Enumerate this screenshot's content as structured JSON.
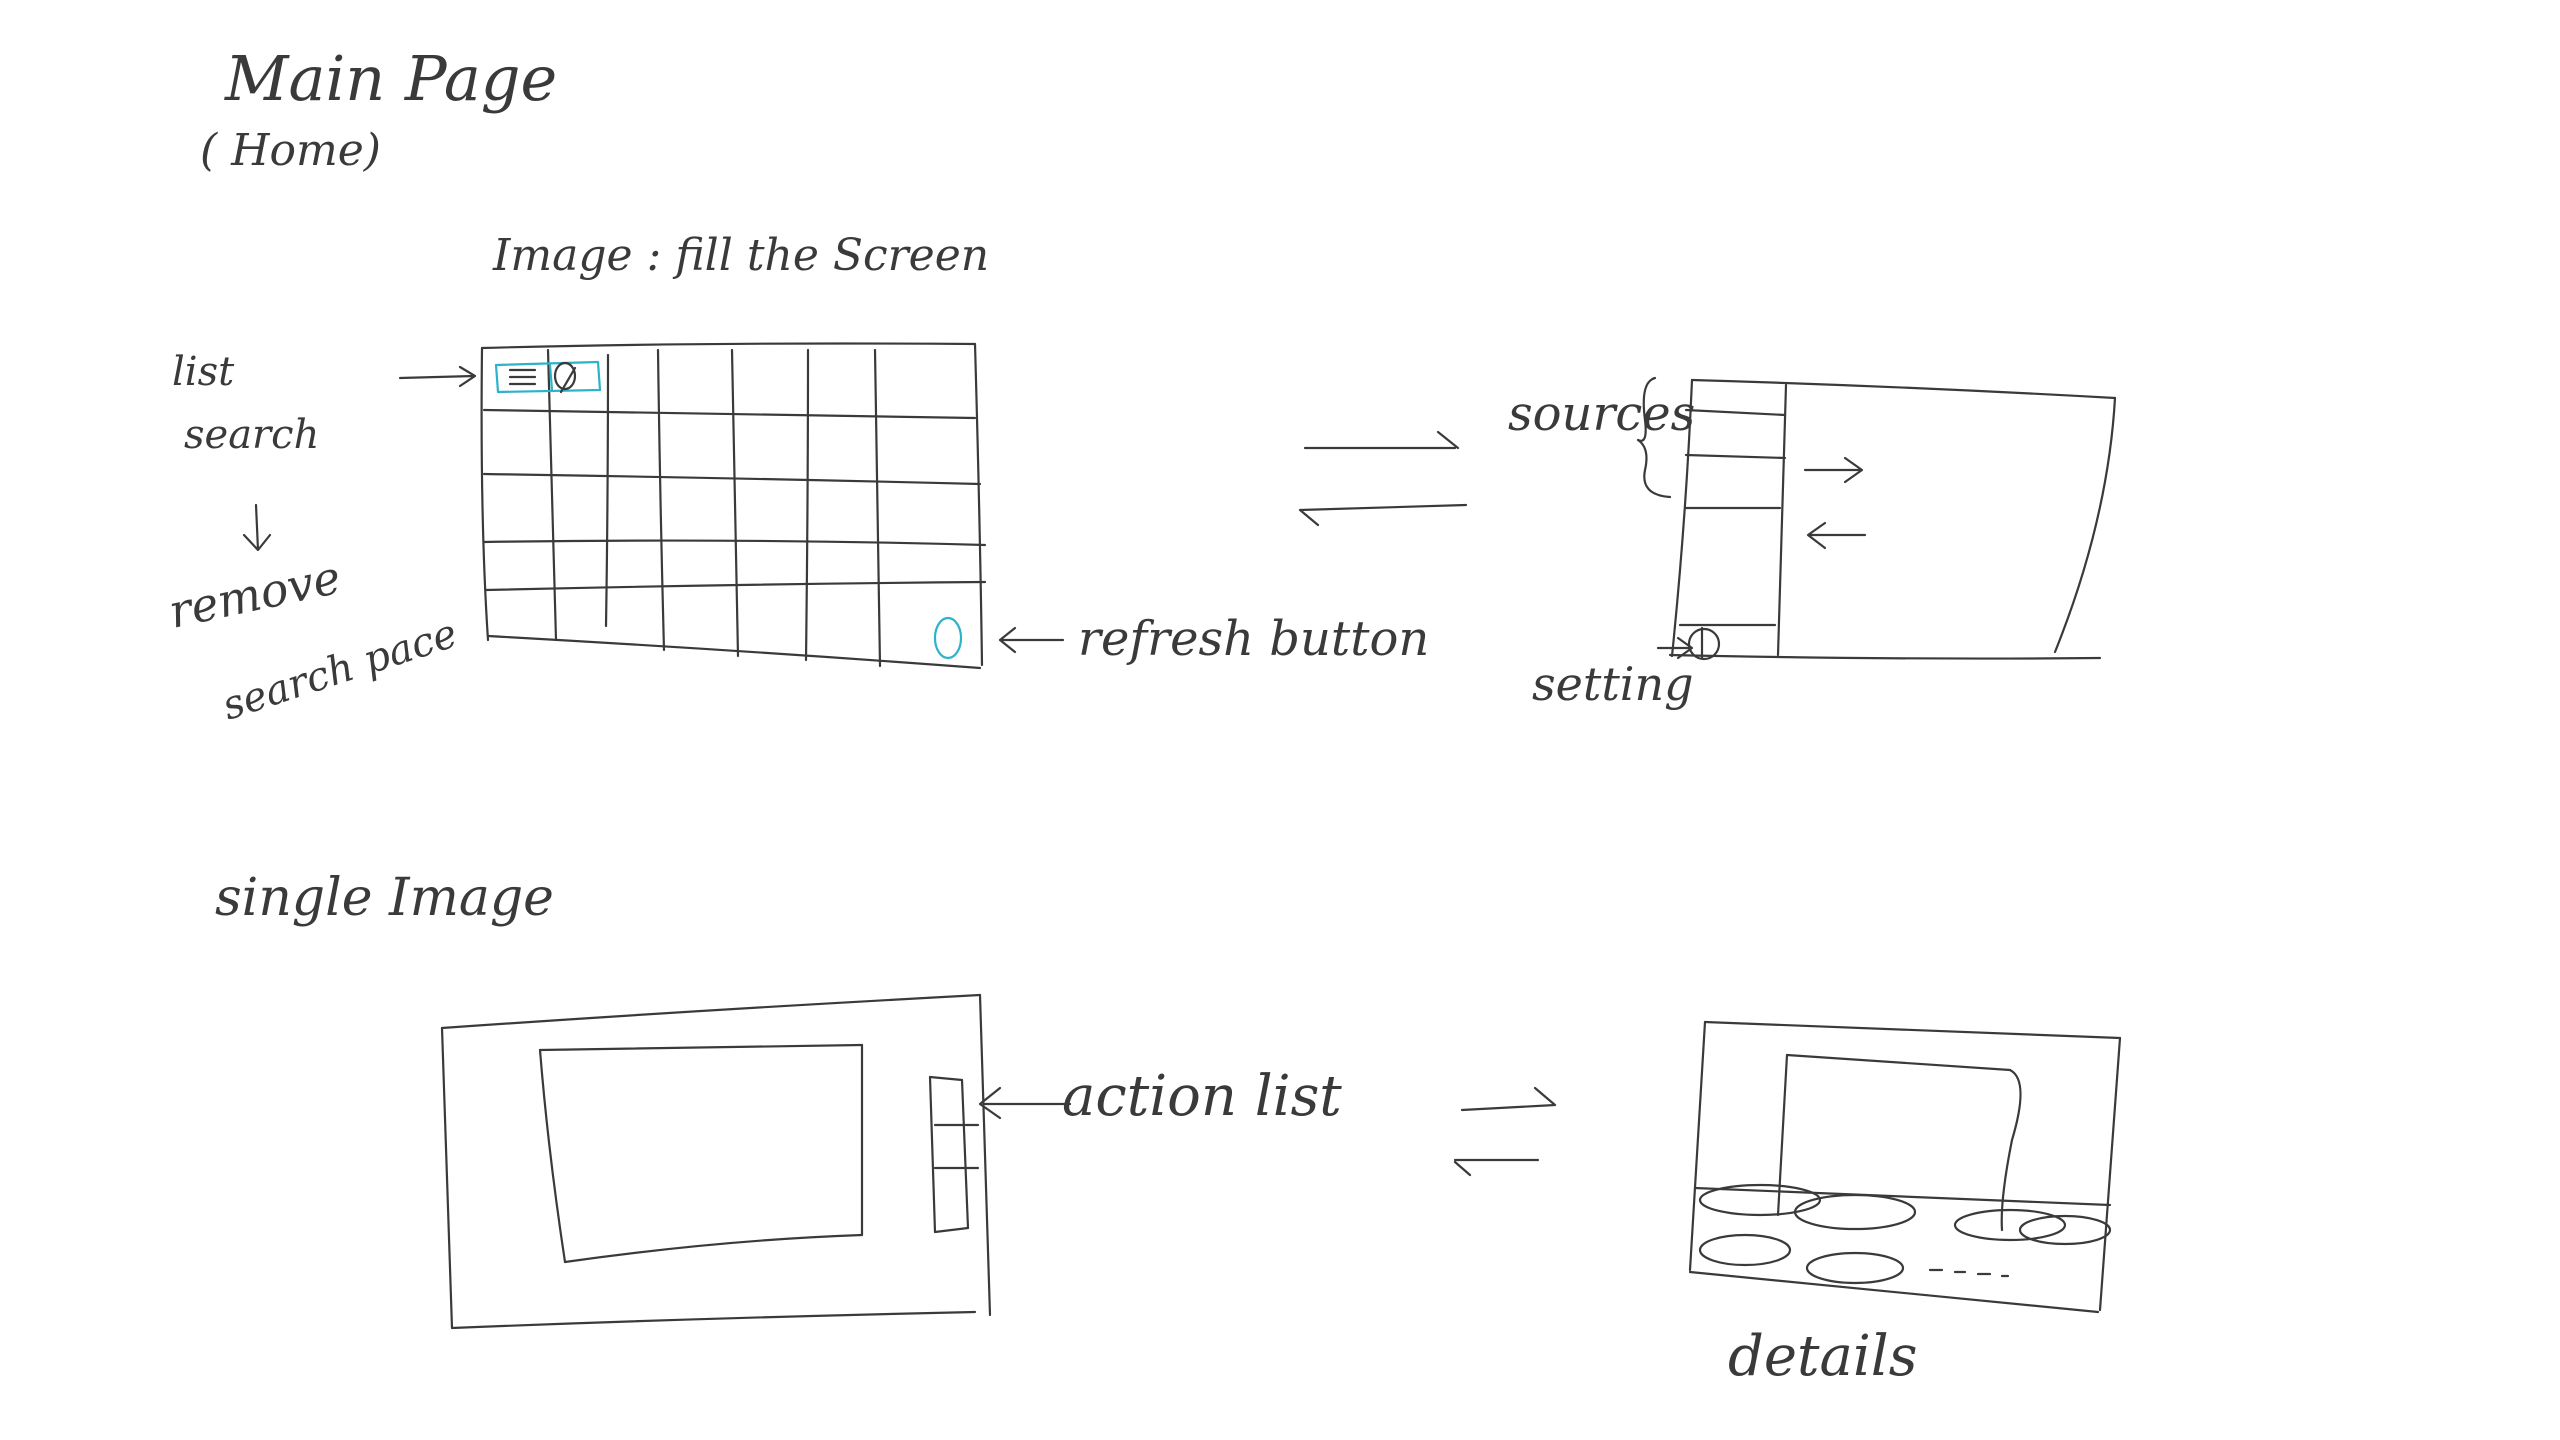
{
  "labels": {
    "main_page_title": "Main Page",
    "main_page_subtitle": "( Home)",
    "image_caption": "Image : fill the Screen",
    "list_search_line1": "list",
    "list_search_line2": "search",
    "remove_line1": "remove",
    "remove_line2": "search pace",
    "refresh_button": "refresh button",
    "sources": "sources",
    "setting": "setting",
    "single_image_title": "single Image",
    "action_list": "action list",
    "details": "details"
  },
  "colors": {
    "ink": "#3a3a3a",
    "highlight": "#2bb3c9",
    "background": "#ffffff"
  },
  "icons": {
    "menu": "menu-icon",
    "search": "search-icon",
    "refresh": "refresh-icon",
    "settings": "gear-icon"
  }
}
